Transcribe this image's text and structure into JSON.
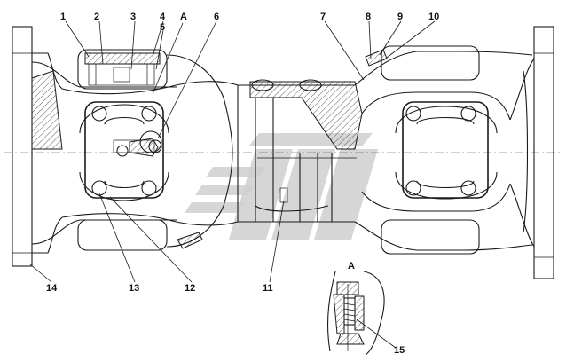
{
  "callouts": [
    {
      "id": "c1",
      "text": "1"
    },
    {
      "id": "c2",
      "text": "2"
    },
    {
      "id": "c3",
      "text": "3"
    },
    {
      "id": "c4",
      "text": "4"
    },
    {
      "id": "c5",
      "text": "5"
    },
    {
      "id": "cA",
      "text": "A"
    },
    {
      "id": "c6",
      "text": "6"
    },
    {
      "id": "c7",
      "text": "7"
    },
    {
      "id": "c8",
      "text": "8"
    },
    {
      "id": "c9",
      "text": "9"
    },
    {
      "id": "c10",
      "text": "10"
    },
    {
      "id": "c11",
      "text": "11"
    },
    {
      "id": "c12",
      "text": "12"
    },
    {
      "id": "c13",
      "text": "13"
    },
    {
      "id": "c14",
      "text": "14"
    },
    {
      "id": "c15",
      "text": "15"
    }
  ],
  "detail_view": {
    "label": "A"
  },
  "colors": {
    "line": "#1a1a1a",
    "watermark": "#cfcfcf",
    "background": "#ffffff"
  }
}
